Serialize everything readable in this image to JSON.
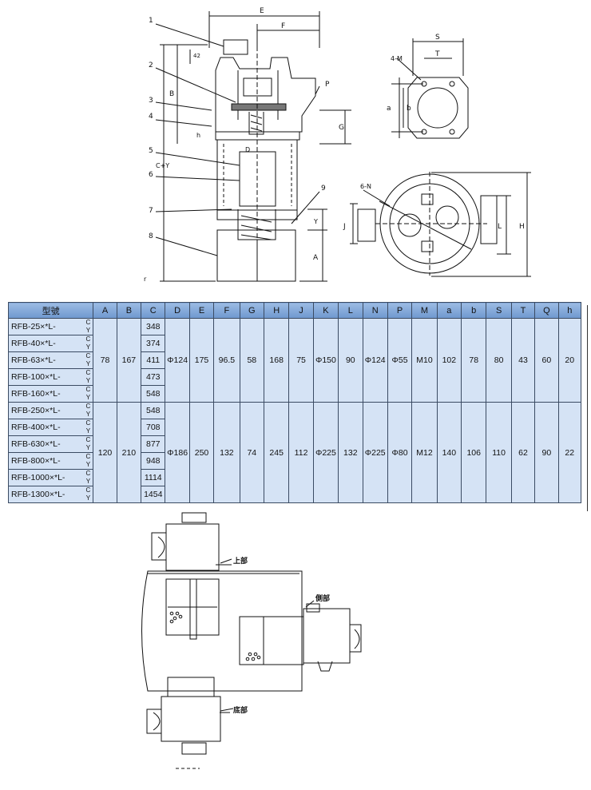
{
  "top_drawing": {
    "dims": {
      "E": "E",
      "F": "F",
      "d42": "42",
      "B": "B",
      "G": "G",
      "P": "P",
      "h": "h",
      "CY": "C+Y",
      "D": "D",
      "Y": "Y",
      "A": "A",
      "r": "r"
    },
    "callouts": [
      "1",
      "2",
      "3",
      "4",
      "5",
      "6",
      "7",
      "8",
      "9"
    ],
    "flange": {
      "S": "S",
      "T": "T",
      "M": "4-M",
      "a": "a",
      "b": "b"
    },
    "bottom_view": {
      "N": "6-N",
      "J": "J",
      "L": "L",
      "H": "H"
    }
  },
  "table": {
    "headers": [
      "型號",
      "A",
      "B",
      "C",
      "D",
      "E",
      "F",
      "G",
      "H",
      "J",
      "K",
      "L",
      "N",
      "P",
      "M",
      "a",
      "b",
      "S",
      "T",
      "Q",
      "h"
    ],
    "cy_top": "C",
    "cy_bottom": "Y",
    "groups": [
      {
        "models": [
          "RFB-25×*L-",
          "RFB-40×*L-",
          "RFB-63×*L-",
          "RFB-100×*L-",
          "RFB-160×*L-"
        ],
        "C": [
          "348",
          "374",
          "411",
          "473",
          "548"
        ],
        "values": [
          "78",
          "167",
          "Φ124",
          "175",
          "96.5",
          "58",
          "168",
          "75",
          "Φ150",
          "90",
          "Φ124",
          "Φ55",
          "M10",
          "102",
          "78",
          "80",
          "43",
          "60",
          "20"
        ]
      },
      {
        "models": [
          "RFB-250×*L-",
          "RFB-400×*L-",
          "RFB-630×*L-",
          "RFB-800×*L-",
          "RFB-1000×*L-",
          "RFB-1300×*L-"
        ],
        "C": [
          "548",
          "708",
          "877",
          "948",
          "1114",
          "1454"
        ],
        "values": [
          "120",
          "210",
          "Φ186",
          "250",
          "132",
          "74",
          "245",
          "112",
          "Φ225",
          "132",
          "Φ225",
          "Φ80",
          "M12",
          "140",
          "106",
          "110",
          "62",
          "90",
          "22"
        ]
      }
    ]
  },
  "install_drawing": {
    "top_label": "上部",
    "side_label": "側部",
    "bottom_label": "底部"
  }
}
